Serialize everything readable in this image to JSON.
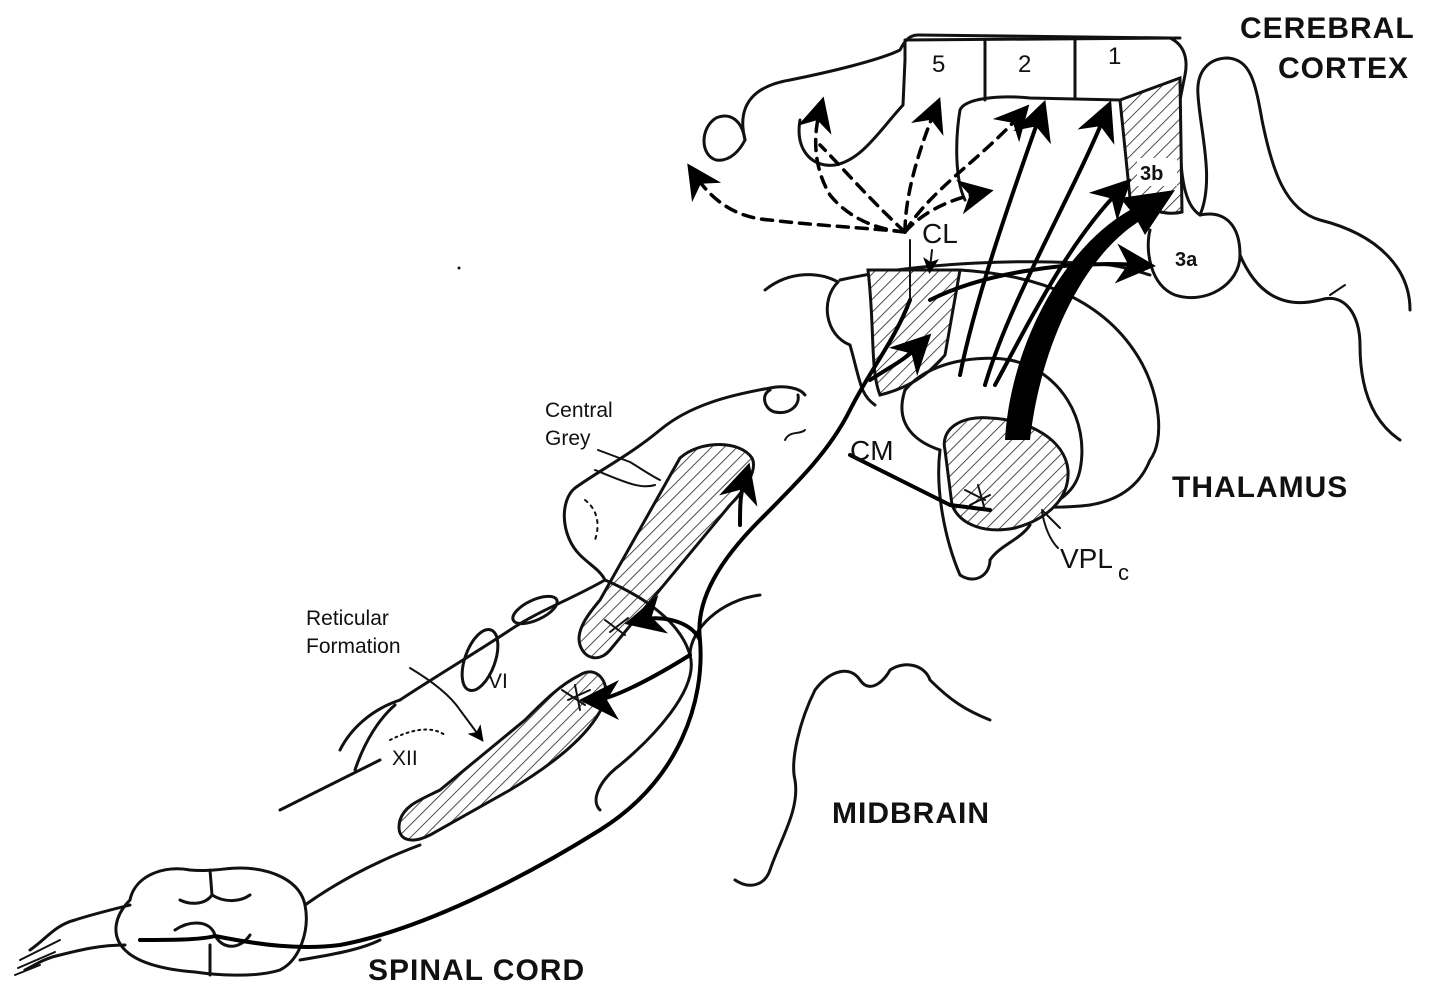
{
  "regions": {
    "cortex_line1": "CEREBRAL",
    "cortex_line2": "CORTEX",
    "thalamus": "THALAMUS",
    "midbrain": "MIDBRAIN",
    "spinal_cord": "SPINAL CORD"
  },
  "cortical_areas": [
    "5",
    "2",
    "1",
    "3b",
    "3a"
  ],
  "nuclei": {
    "cl": "CL",
    "cm": "CM",
    "vplc_main": "VPL",
    "vplc_sub": "c"
  },
  "structures": {
    "central_grey_line1": "Central",
    "central_grey_line2": "Grey",
    "reticular_line1": "Reticular",
    "reticular_line2": "Formation",
    "cranial_vi": "VI",
    "cranial_xii": "XII"
  }
}
